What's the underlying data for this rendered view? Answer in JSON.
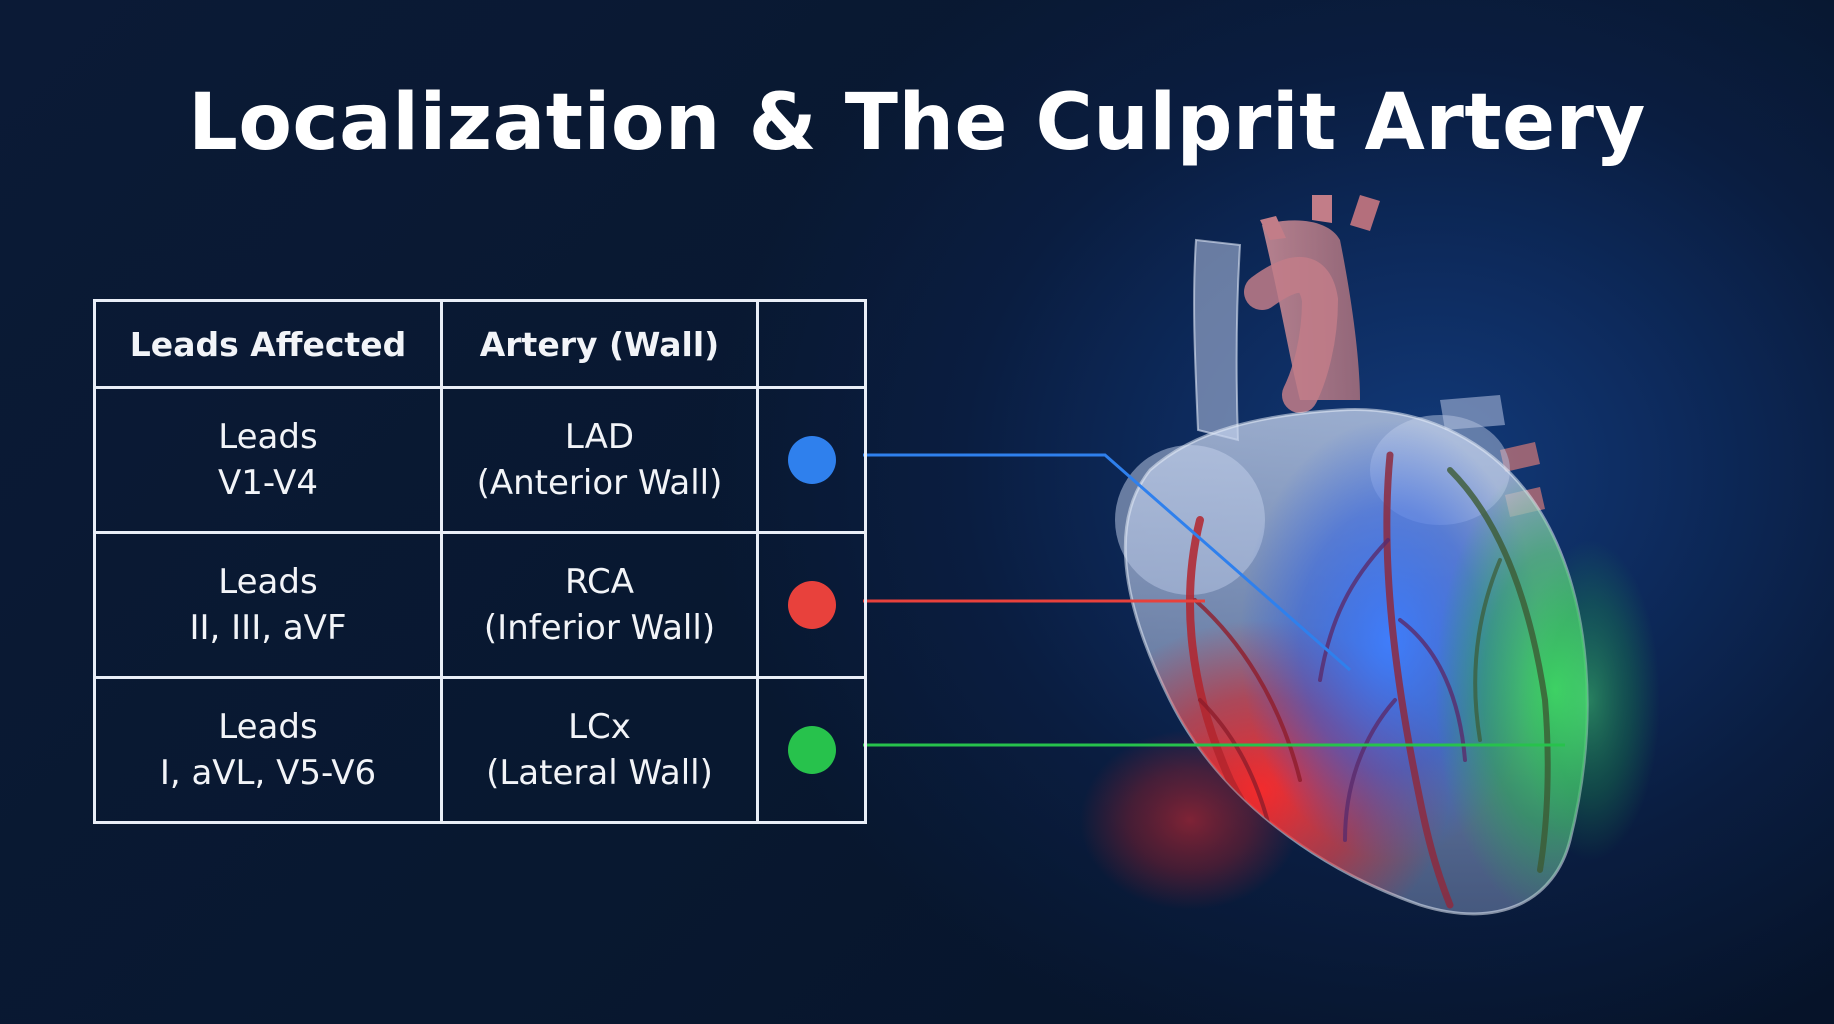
{
  "title": "Localization & The Culprit Artery",
  "table": {
    "headers": [
      "Leads Affected",
      "Artery (Wall)",
      ""
    ],
    "rows": [
      {
        "leads": [
          "Leads",
          "V1-V4"
        ],
        "artery": [
          "LAD",
          "(Anterior Wall)"
        ],
        "color": "#2f80ed"
      },
      {
        "leads": [
          "Leads",
          "II, III, aVF"
        ],
        "artery": [
          "RCA",
          "(Inferior Wall)"
        ],
        "color": "#e8413c"
      },
      {
        "leads": [
          "Leads",
          "I, aVL, V5-V6"
        ],
        "artery": [
          "LCx",
          "(Lateral Wall)"
        ],
        "color": "#27c24c"
      }
    ]
  },
  "icons": {
    "heart": "heart-illustration-icon"
  }
}
